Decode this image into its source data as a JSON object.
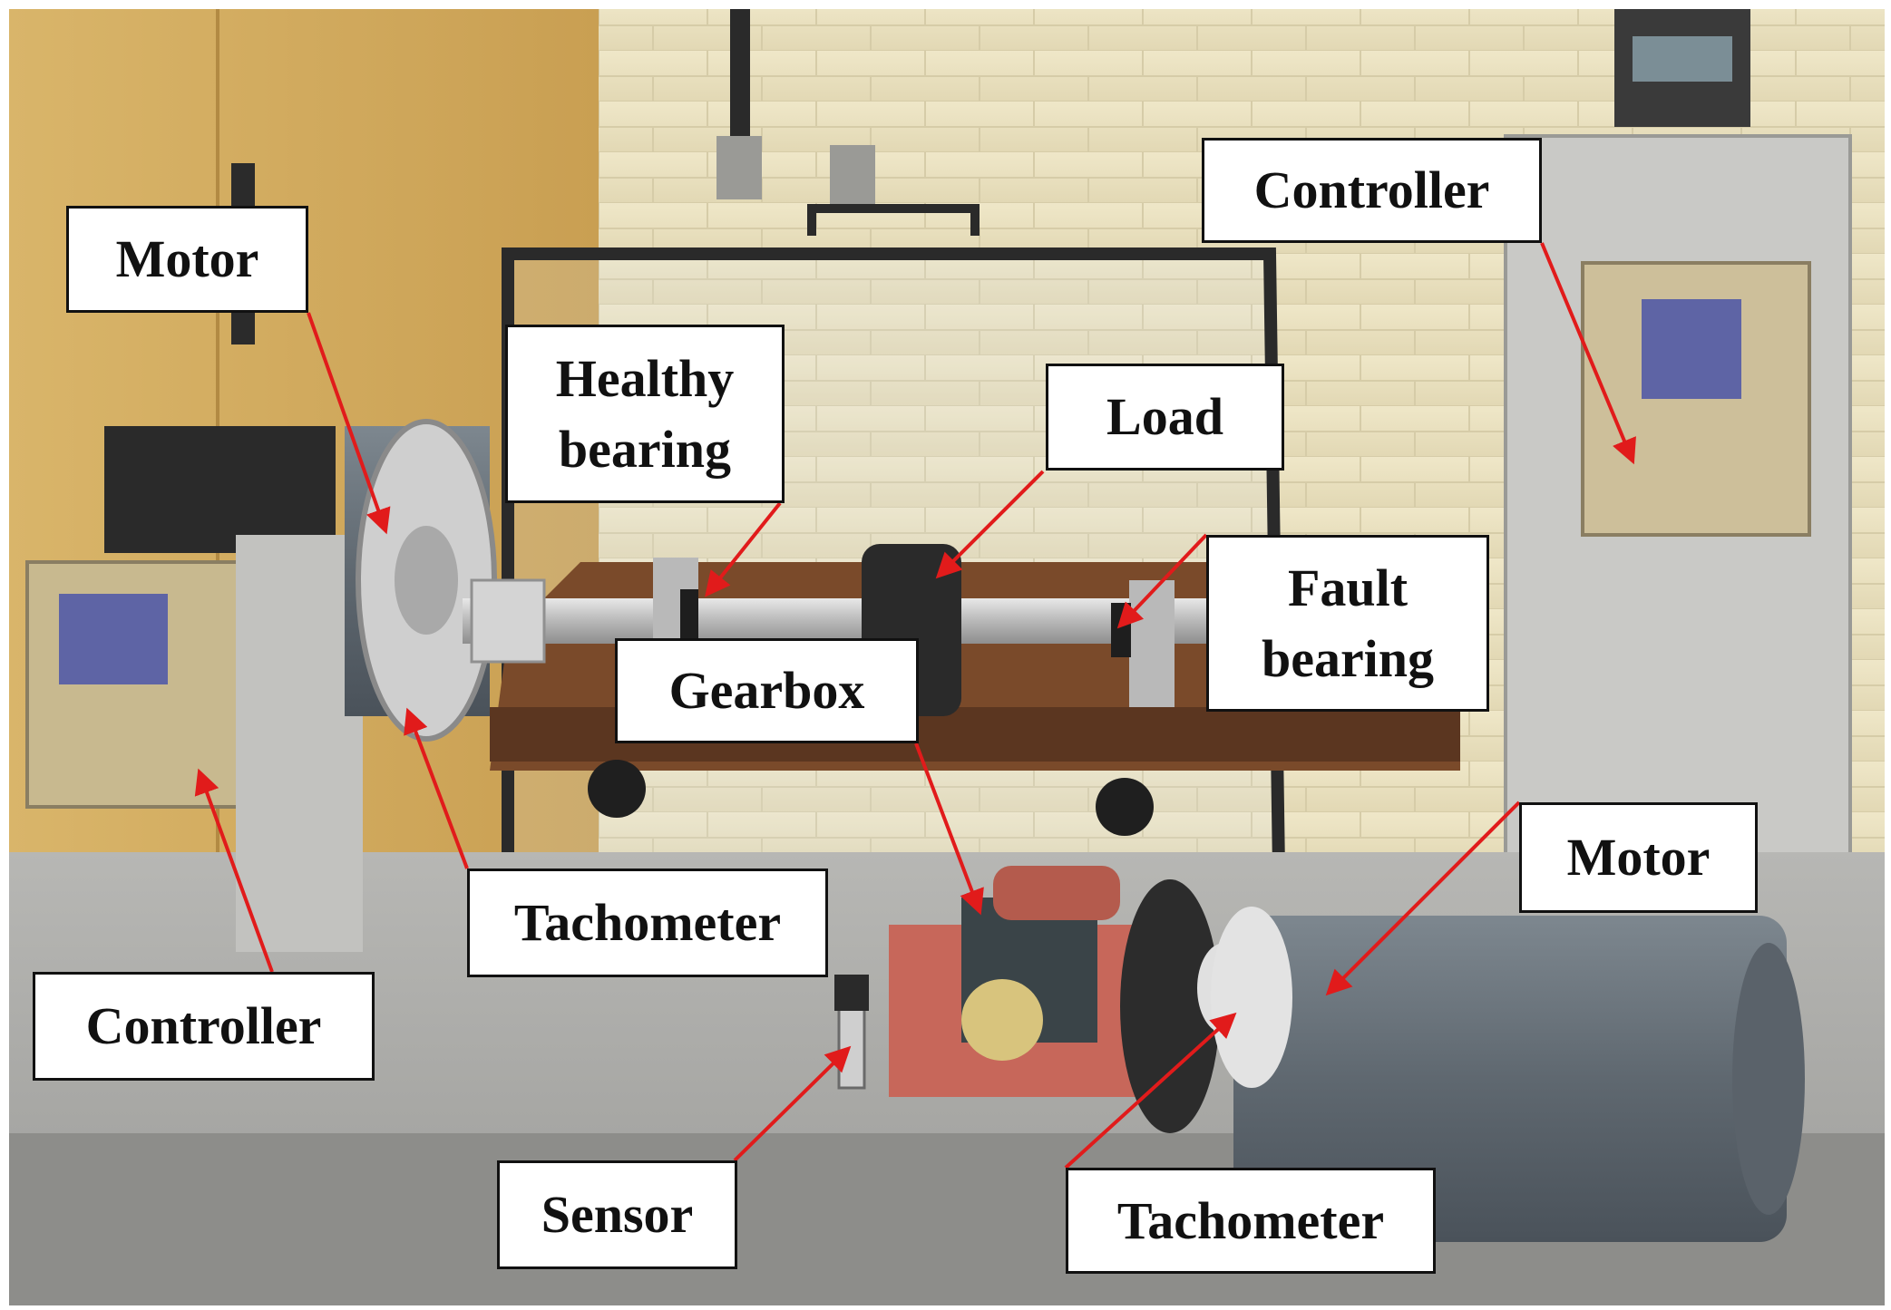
{
  "labels": {
    "motor_left": "Motor",
    "controller_top_right": "Controller",
    "healthy_bearing": "Healthy\nbearing",
    "load": "Load",
    "fault_bearing": "Fault\nbearing",
    "gearbox": "Gearbox",
    "motor_right": "Motor",
    "tachometer_middle": "Tachometer",
    "controller_left": "Controller",
    "sensor": "Sensor",
    "tachometer_bottom": "Tachometer"
  },
  "colors": {
    "arrow": "#e11b1b",
    "label_border": "#111111",
    "label_background": "#ffffff"
  }
}
